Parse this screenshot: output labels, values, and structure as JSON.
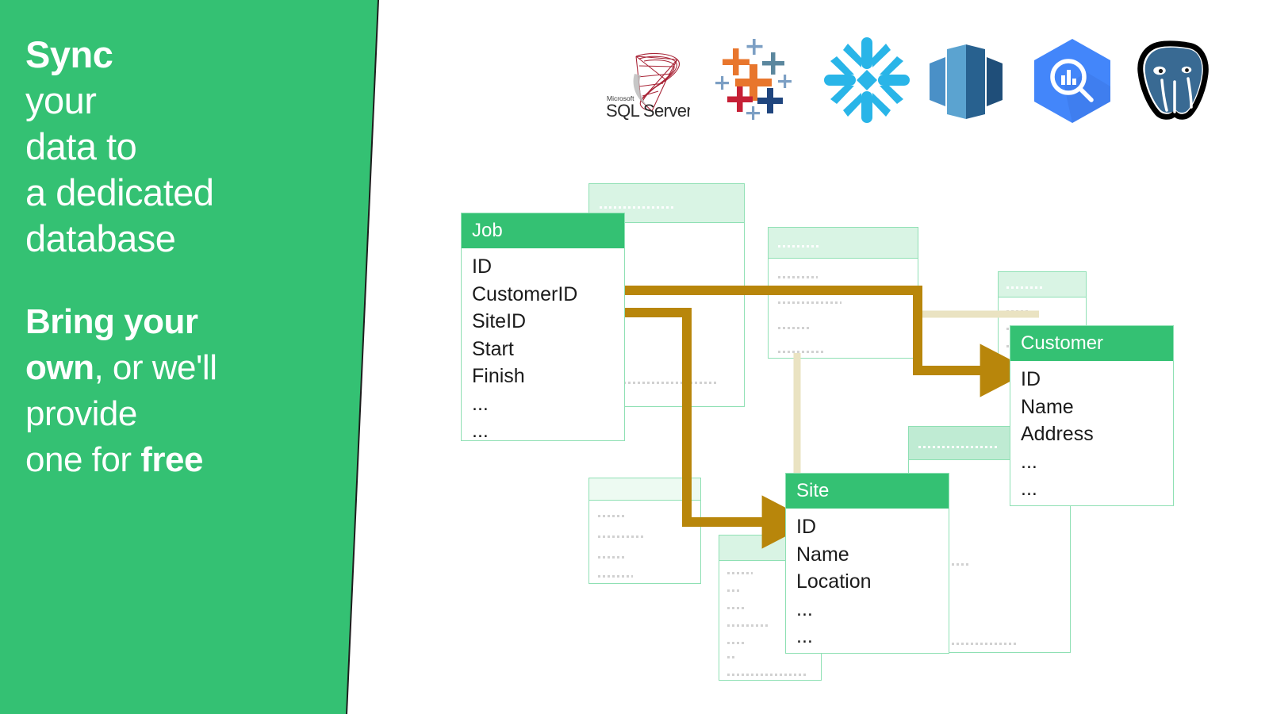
{
  "panel": {
    "background_color": "#34C173",
    "headline_lines": [
      {
        "text": "Sync",
        "bold": true
      },
      {
        "text": "your",
        "bold": false
      },
      {
        "text": "data to",
        "bold": false
      },
      {
        "text": "a dedicated",
        "bold": false
      },
      {
        "text": "database",
        "bold": false
      }
    ],
    "subhead_html": [
      "<b>Bring your</b>",
      "<b>own</b>, or we'll",
      "provide",
      "one for <b>free</b>"
    ],
    "subhead_plain": "Bring your own, or we'll provide one for free"
  },
  "logos": [
    {
      "name": "microsoft-sql-server-logo",
      "label": "Microsoft SQL Server",
      "caption_small": "Microsoft",
      "caption_main": "SQL Server",
      "color": "#A4192C"
    },
    {
      "name": "tableau-logo",
      "label": "Tableau",
      "color": "#E8762D"
    },
    {
      "name": "snowflake-logo",
      "label": "Snowflake",
      "color": "#29B5E8"
    },
    {
      "name": "amazon-redshift-logo",
      "label": "Amazon Redshift",
      "color": "#2E73B8"
    },
    {
      "name": "google-bigquery-logo",
      "label": "Google BigQuery",
      "color": "#4386FA"
    },
    {
      "name": "postgresql-logo",
      "label": "PostgreSQL",
      "color": "#336791"
    }
  ],
  "diagram": {
    "accent_color": "#B8860B",
    "faded_link_color": "#EAE3C2",
    "header_color": "#34C173",
    "border_color": "#8FE0B4",
    "tables": [
      {
        "id": "job",
        "title": "Job",
        "fields": [
          "ID",
          "CustomerID",
          "SiteID",
          "Start",
          "Finish",
          "...",
          "..."
        ]
      },
      {
        "id": "site",
        "title": "Site",
        "fields": [
          "ID",
          "Name",
          "Location",
          "...",
          "..."
        ]
      },
      {
        "id": "customer",
        "title": "Customer",
        "fields": [
          "ID",
          "Name",
          "Address",
          "...",
          "..."
        ]
      }
    ],
    "links": [
      {
        "from": "job.CustomerID",
        "to": "customer.ID",
        "style": "solid-arrow"
      },
      {
        "from": "job.SiteID",
        "to": "site.ID",
        "style": "solid-arrow"
      }
    ]
  }
}
